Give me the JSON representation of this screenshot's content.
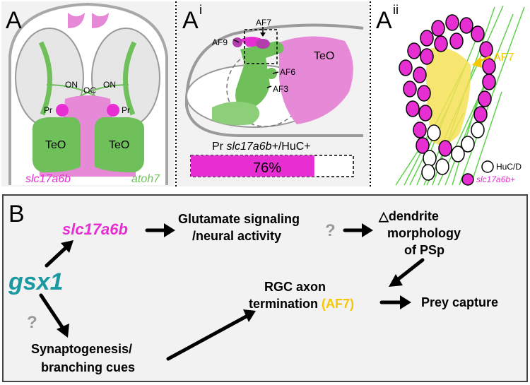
{
  "panels": {
    "A": {
      "letter": "A",
      "labels": {
        "ON_left": "ON",
        "OC": "OC",
        "ON_right": "ON",
        "Pr_left": "Pr",
        "Pr_right": "Pr",
        "TeO_left": "TeO",
        "TeO_right": "TeO",
        "gene_magenta": "slc17a6b",
        "gene_green": "atoh7"
      }
    },
    "Ai": {
      "letter": "A",
      "superscript": "i",
      "labels": {
        "AF7": "AF7",
        "AF9": "AF9",
        "AF6": "AF6",
        "AF3": "AF3",
        "TeO": "TeO"
      },
      "bar_title_prefix": "Pr ",
      "bar_title_gene": "slc17a6b+",
      "bar_title_suffix": "/HuC+",
      "bar_value_text": "76%",
      "bar_fraction": 0.76
    },
    "Aii": {
      "letter": "A",
      "superscript": "ii",
      "labels": {
        "AF7": "AF7",
        "legend_huc": "HuC/D",
        "legend_slc": "slc17a6b+"
      }
    },
    "B": {
      "letter": "B",
      "nodes": {
        "gsx1": "gsx1",
        "slc17a6b": "slc17a6b",
        "glutamate_line1": "Glutamate signaling",
        "glutamate_line2": "/neural activity",
        "dendrite_line1": "△dendrite",
        "dendrite_line2": "morphology",
        "dendrite_line3": "of PSp",
        "rgc_line1": "RGC axon",
        "rgc_line2_prefix": "termination ",
        "rgc_line2_af7": "(AF7)",
        "prey": "Prey capture",
        "synapto_line1": "Synaptogenesis/",
        "synapto_line2": "branching cues",
        "question1": "?",
        "question2": "?"
      }
    }
  },
  "colors": {
    "magenta": "#e62ed2",
    "pink": "#e68ad8",
    "green": "#6fbf5a",
    "gray": "#e8e8e8",
    "teal": "#1a9aa0",
    "yellow": "#f5c800",
    "panel_bg": "#f2f2f2"
  }
}
